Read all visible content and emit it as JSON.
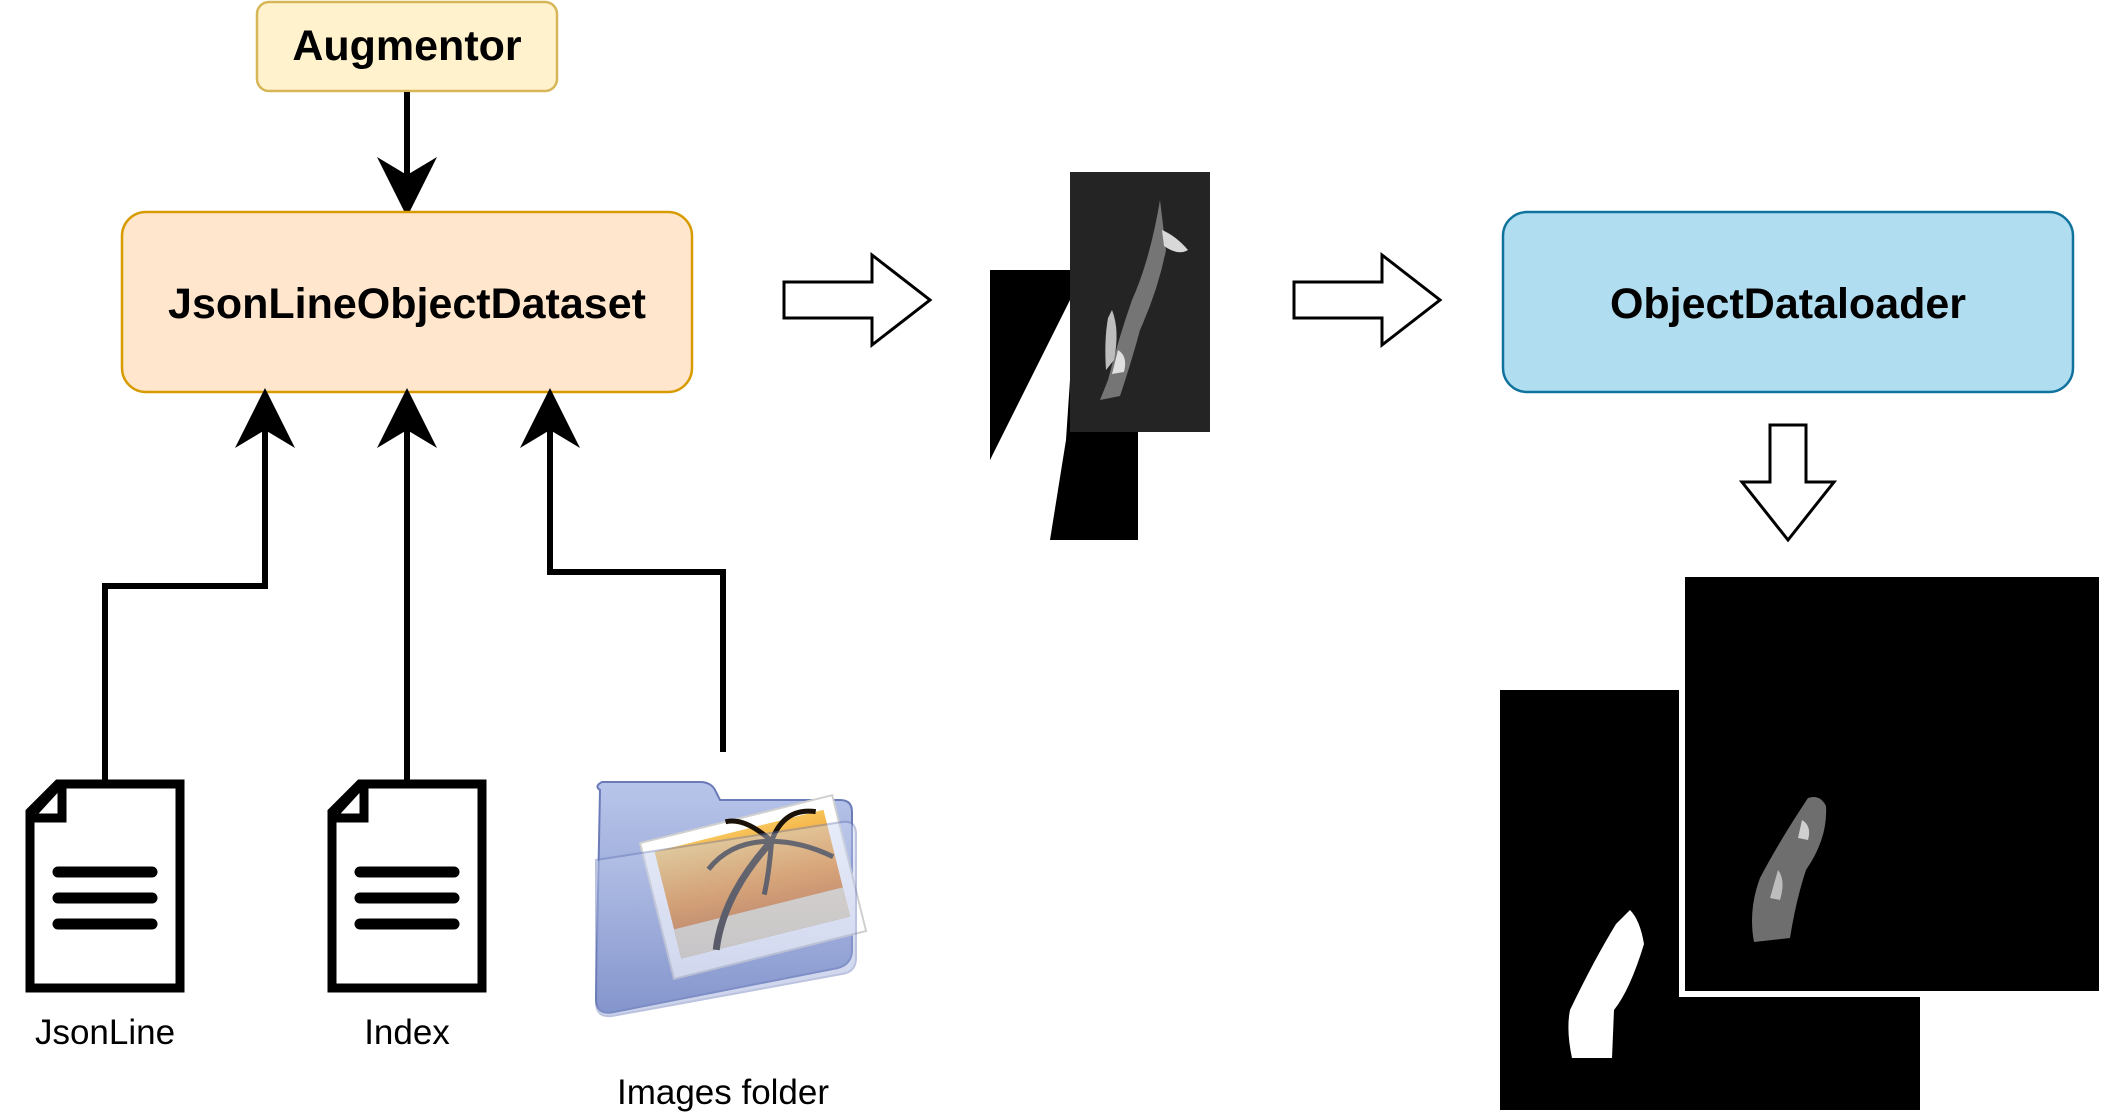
{
  "nodes": {
    "augmentor": {
      "label": "Augmentor",
      "fill": "#fff2cc",
      "stroke": "#d6b656"
    },
    "dataset": {
      "label": "JsonLineObjectDataset",
      "fill": "#ffe6cc",
      "stroke": "#d79b00"
    },
    "dataloader": {
      "label": "ObjectDataloader",
      "fill": "#b1ddf0",
      "stroke": "#10739e"
    }
  },
  "sources": {
    "jsonline": {
      "label": "JsonLine",
      "icon": "document-icon"
    },
    "index": {
      "label": "Index",
      "icon": "document-icon"
    },
    "images": {
      "label": "Images folder",
      "icon": "image-folder-icon"
    }
  },
  "samples": {
    "dataset_output": {
      "description_icon": "mask-and-crop-pair"
    },
    "dataloader_output": {
      "description_icon": "padded-mask-and-crop-pair"
    }
  },
  "colors": {
    "edge": "#000000",
    "arrow_fill": "#ffffff",
    "image_bg": "#000000"
  }
}
